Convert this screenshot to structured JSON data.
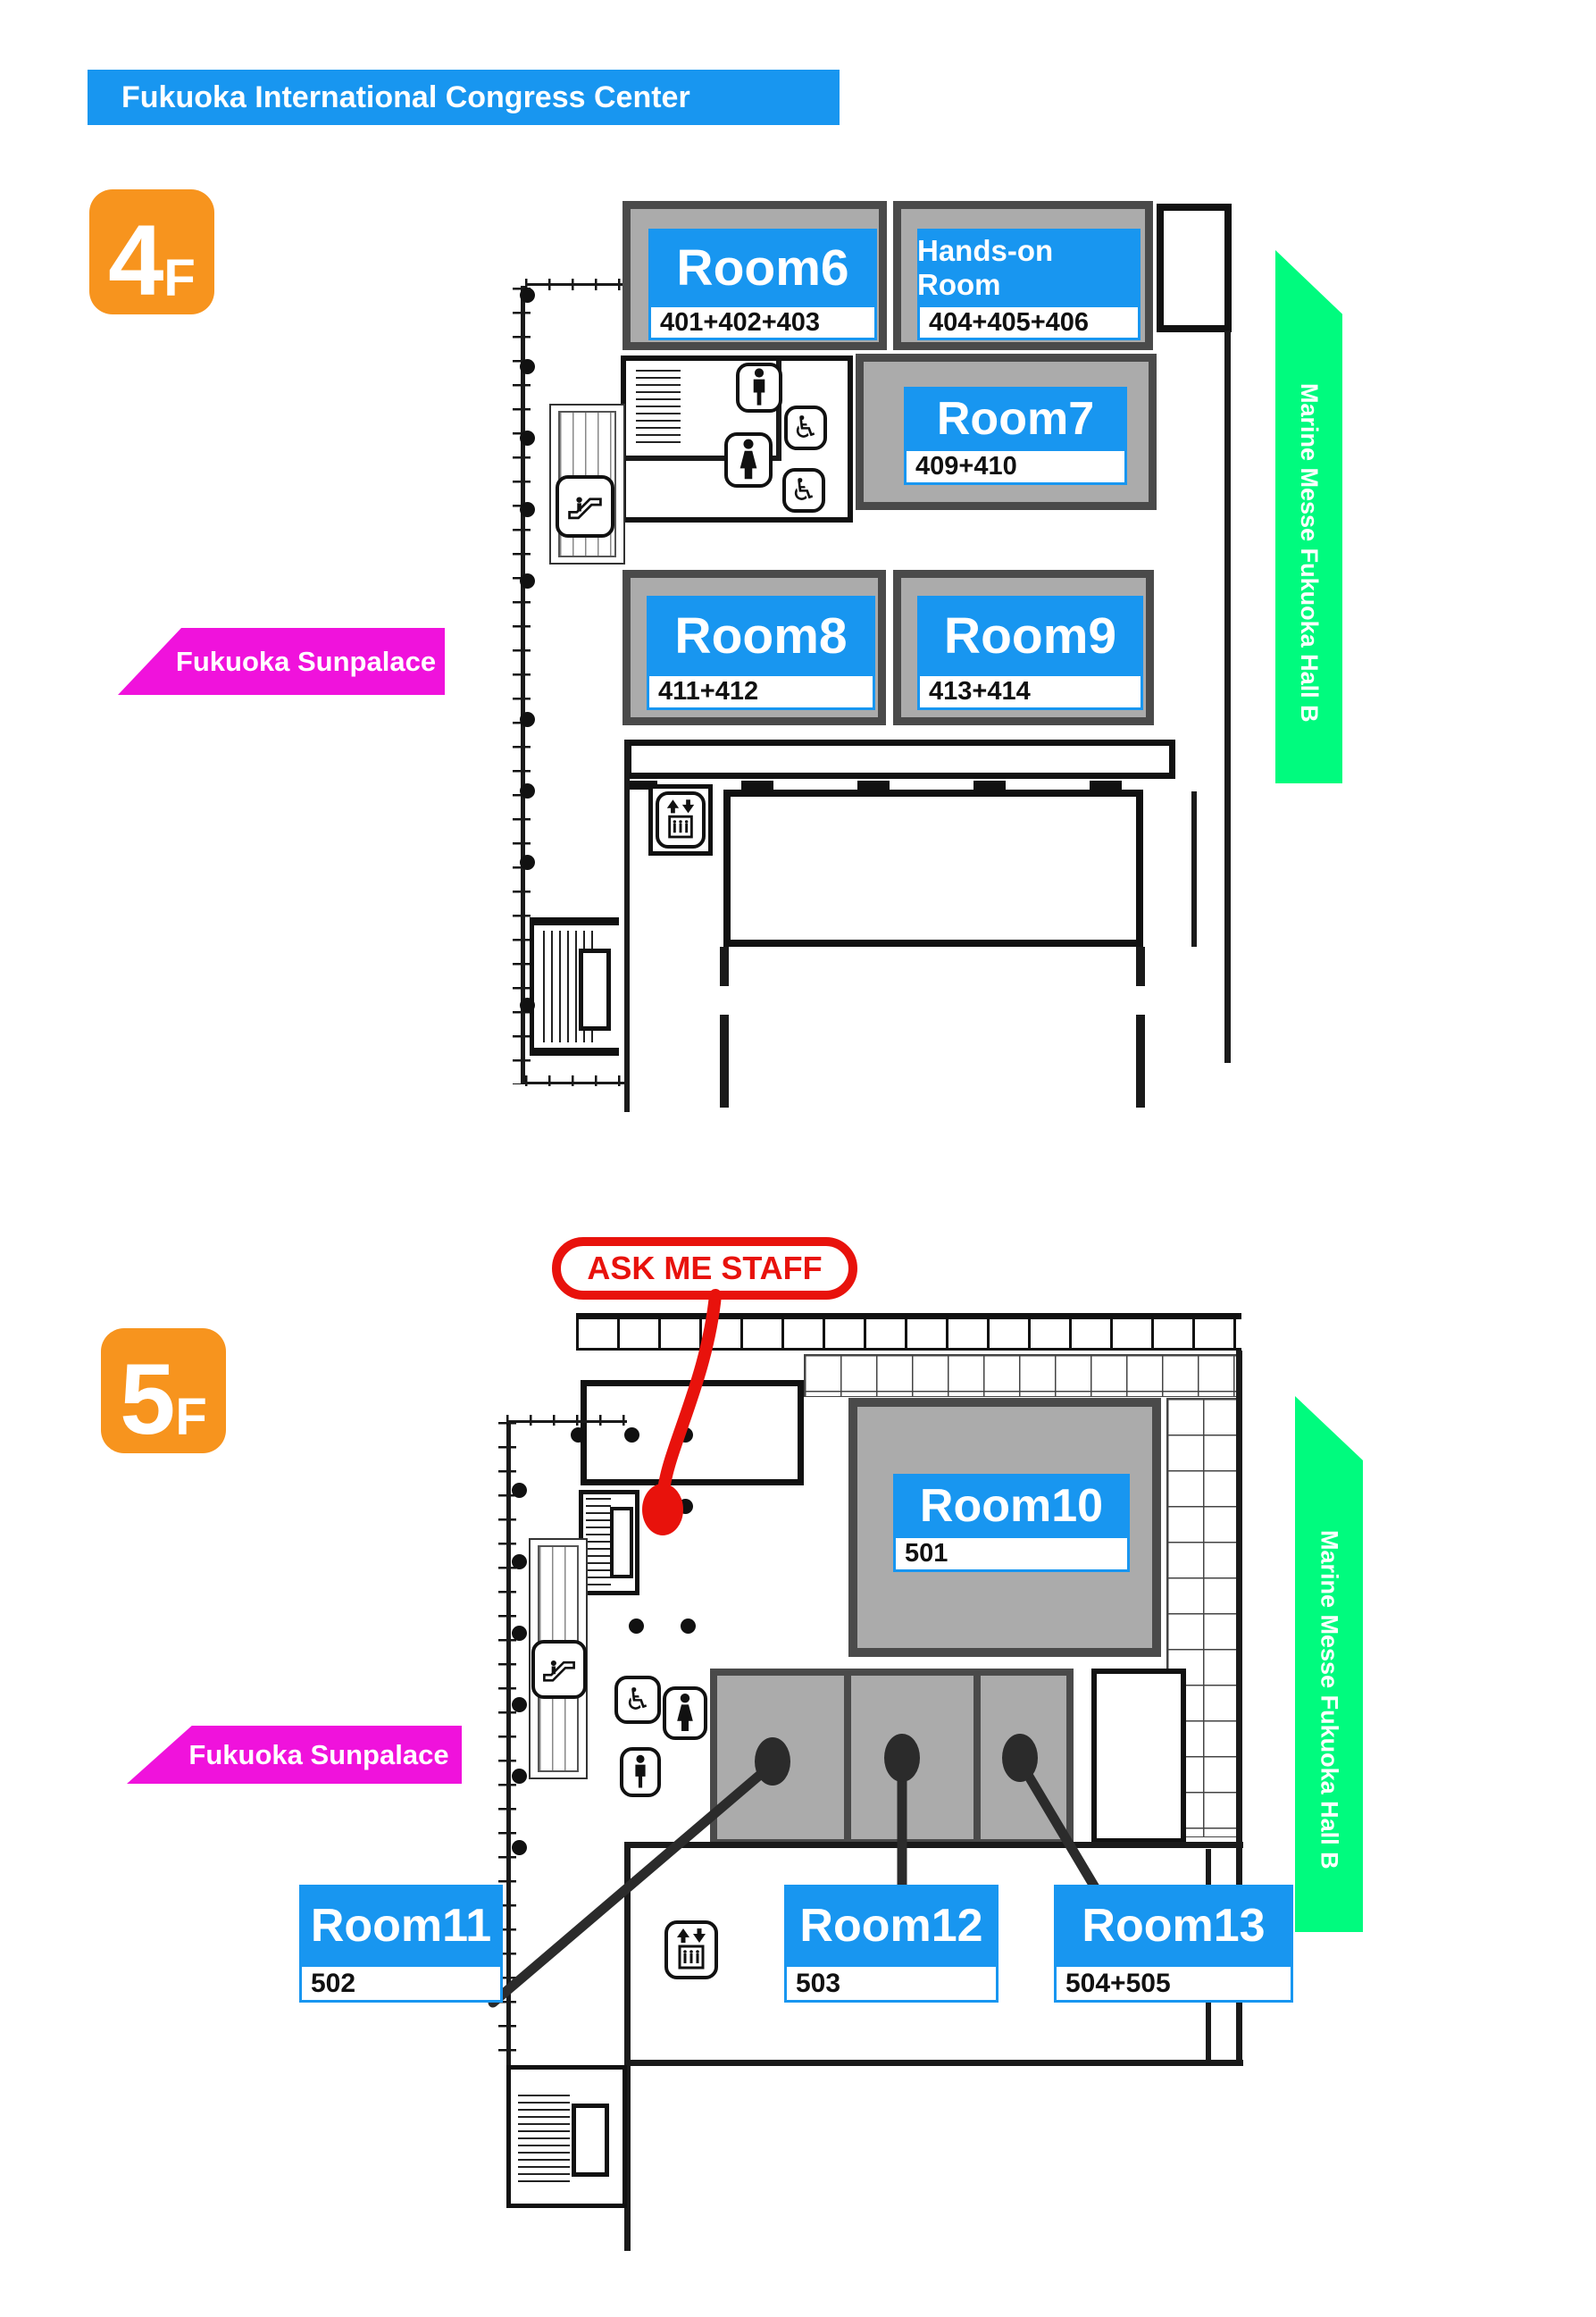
{
  "title": "Fukuoka International Congress Center",
  "side_labels": {
    "sunpalace": "Fukuoka Sunpalace",
    "hall_b": "Marine Messe Fukuoka Hall B"
  },
  "floors": {
    "f4": {
      "badge_number": "4",
      "badge_suffix": "F",
      "rooms": [
        {
          "name": "Room6",
          "numbers": "401+402+403"
        },
        {
          "name": "Hands-on Room",
          "numbers": "404+405+406"
        },
        {
          "name": "Room7",
          "numbers": "409+410"
        },
        {
          "name": "Room8",
          "numbers": "411+412"
        },
        {
          "name": "Room9",
          "numbers": "413+414"
        }
      ]
    },
    "f5": {
      "badge_number": "5",
      "badge_suffix": "F",
      "callout": "ASK ME STAFF",
      "rooms": [
        {
          "name": "Room10",
          "numbers": "501"
        },
        {
          "name": "Room11",
          "numbers": "502"
        },
        {
          "name": "Room12",
          "numbers": "503"
        },
        {
          "name": "Room13",
          "numbers": "504+505"
        }
      ]
    }
  },
  "icons": {
    "wheelchair": "♿",
    "mens_toilet": "man-icon",
    "womens_toilet": "woman-icon",
    "escalator": "escalator-icon",
    "elevator": "elevator-icon"
  },
  "colors": {
    "blue": "#1896F0",
    "orange": "#F7941E",
    "magenta": "#F012DC",
    "green": "#00FB7E",
    "red": "#E8120C",
    "room_fill": "#ABABAB",
    "room_border": "#4A4A4A",
    "wall": "#1A1A1A"
  }
}
